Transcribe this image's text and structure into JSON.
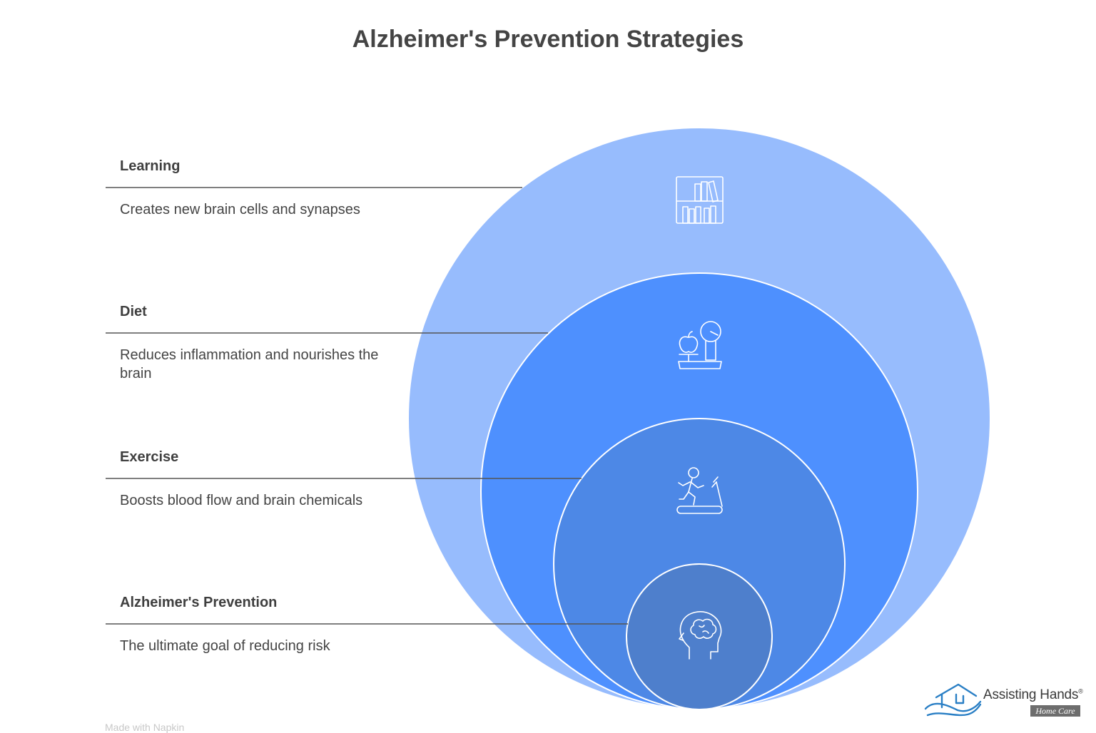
{
  "title": "Alzheimer's Prevention Strategies",
  "levels": [
    {
      "title": "Learning",
      "description": "Creates new brain cells and synapses",
      "icon": "bookshelf-icon",
      "color": "#97bcfd"
    },
    {
      "title": "Diet",
      "description": "Reduces inflammation and nourishes the brain",
      "icon": "scale-apple-icon",
      "color": "#4e90fe"
    },
    {
      "title": "Exercise",
      "description": "Boosts blood flow and brain chemicals",
      "icon": "treadmill-icon",
      "color": "#4d88e6"
    },
    {
      "title": "Alzheimer's Prevention",
      "description": "The ultimate goal of reducing risk",
      "icon": "brain-head-icon",
      "color": "#4e7fcc"
    }
  ],
  "watermark": "Made with Napkin",
  "brand": {
    "name": "Assisting Hands",
    "registered": "®",
    "subtitle": "Home Care",
    "color": "#2a7fc5"
  }
}
